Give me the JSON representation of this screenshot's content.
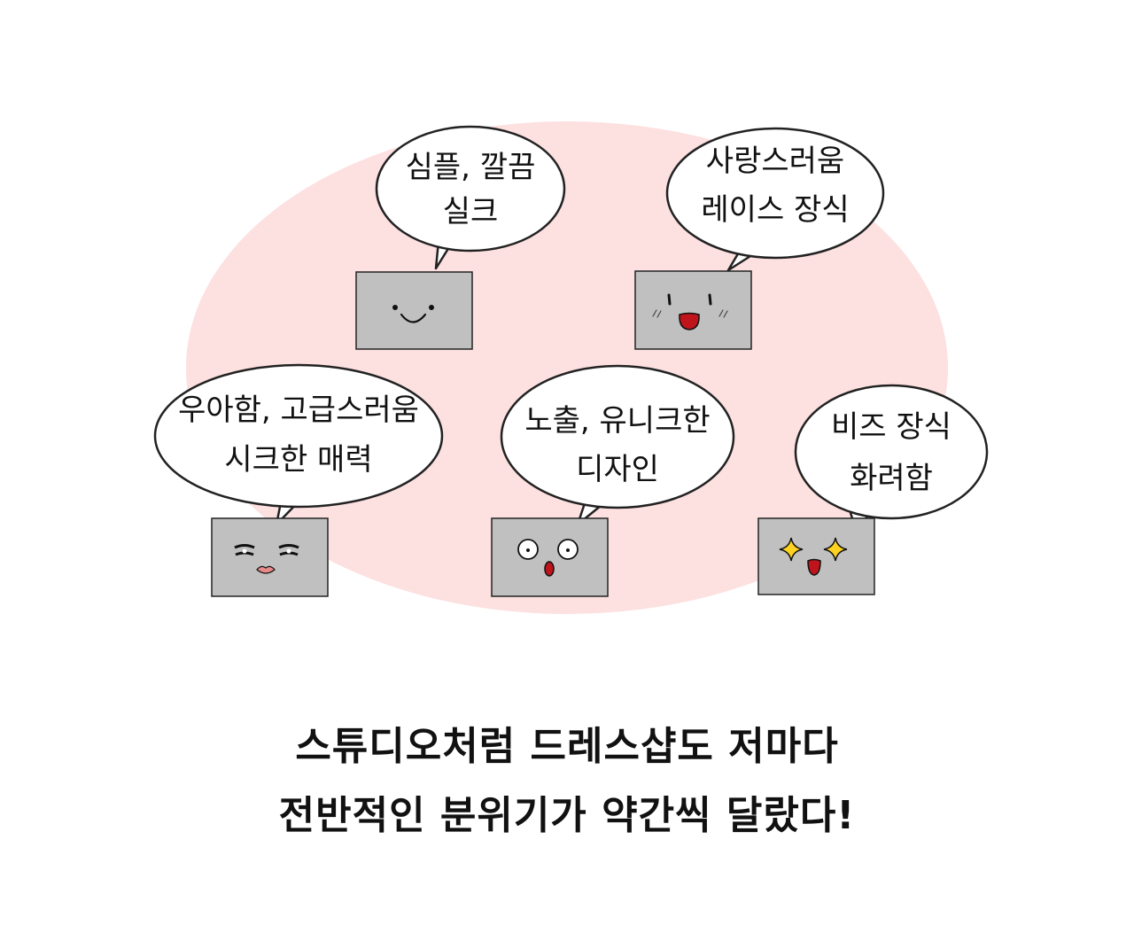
{
  "colors": {
    "background": "#ffffff",
    "blob": "#fde0e0",
    "box_fill": "#c0c0c0",
    "outline": "#222222",
    "mouth_red": "#c0141c",
    "sparkle_yellow": "#ffd21f",
    "lips_pink": "#e88a8a"
  },
  "bubbles": [
    {
      "id": "simple",
      "lines": [
        "심플, 깔끔",
        "실크"
      ],
      "face": "smile-face-icon"
    },
    {
      "id": "lovely",
      "lines": [
        "사랑스러움",
        "레이스 장식"
      ],
      "face": "blush-face-icon"
    },
    {
      "id": "elegant",
      "lines": [
        "우아함, 고급스러움",
        "시크한 매력"
      ],
      "face": "lashes-face-icon"
    },
    {
      "id": "unique",
      "lines": [
        "노출, 유니크한",
        "디자인"
      ],
      "face": "surprised-face-icon"
    },
    {
      "id": "beads",
      "lines": [
        "비즈 장식",
        "화려함"
      ],
      "face": "sparkle-face-icon"
    }
  ],
  "caption": {
    "line1": "스튜디오처럼 드레스샵도 저마다",
    "line2": "전반적인 분위기가 약간씩 달랐다!"
  }
}
